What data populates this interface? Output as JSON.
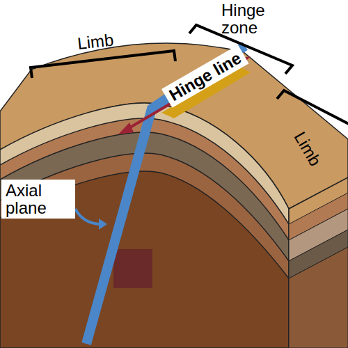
{
  "diagram": {
    "labels": [
      "Limb",
      "Hinge zone",
      "Hinge line",
      "Axial plane",
      "Limb"
    ]
  }
}
